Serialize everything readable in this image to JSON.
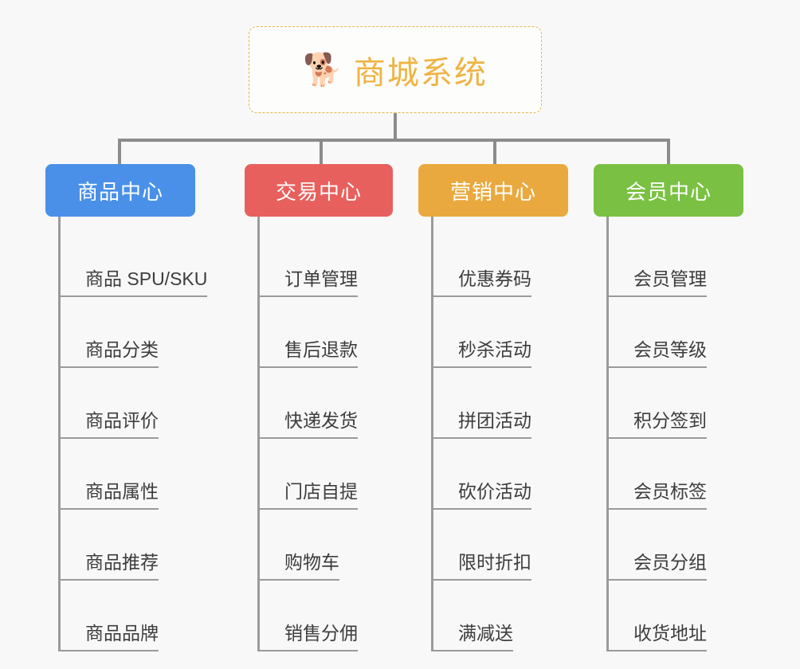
{
  "background_color": "#f8f8f8",
  "root": {
    "icon": "shiba-dog-face-emoji",
    "emoji": "🐕",
    "title": "商城系统",
    "accent_color": "#efb341",
    "border_style": "dashed"
  },
  "connector": {
    "color": "#8c8c8c"
  },
  "columns": [
    {
      "title": "商品中心",
      "color": "#4a90e8",
      "key": "product-center",
      "items": [
        "商品 SPU/SKU",
        "商品分类",
        "商品评价",
        "商品属性",
        "商品推荐",
        "商品品牌"
      ]
    },
    {
      "title": "交易中心",
      "color": "#e8605d",
      "key": "trade-center",
      "items": [
        "订单管理",
        "售后退款",
        "快递发货",
        "门店自提",
        "购物车",
        "销售分佣"
      ]
    },
    {
      "title": "营销中心",
      "color": "#eaa93e",
      "key": "marketing-center",
      "items": [
        "优惠券码",
        "秒杀活动",
        "拼团活动",
        "砍价活动",
        "限时折扣",
        "满减送"
      ]
    },
    {
      "title": "会员中心",
      "color": "#7ac143",
      "key": "member-center",
      "items": [
        "会员管理",
        "会员等级",
        "积分签到",
        "会员标签",
        "会员分组",
        "收货地址"
      ]
    }
  ]
}
